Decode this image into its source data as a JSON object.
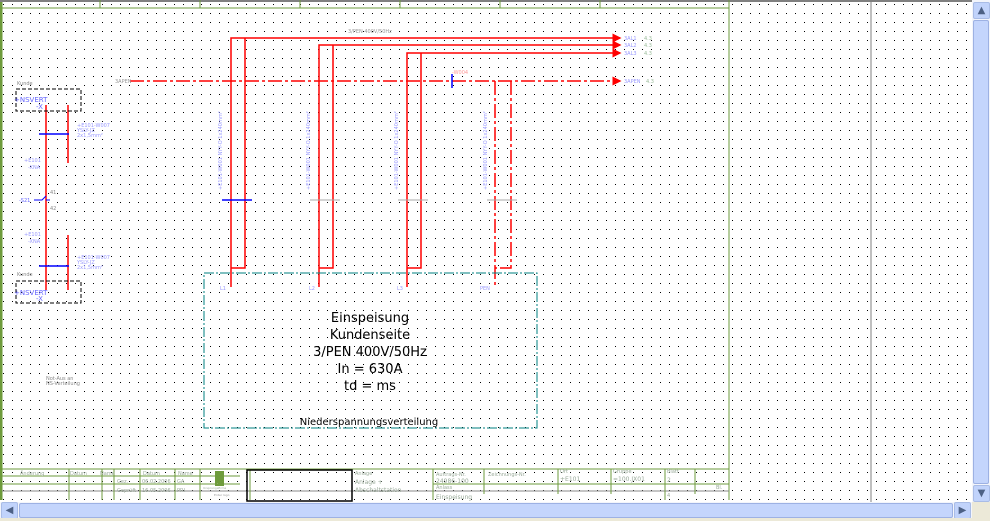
{
  "drawing": {
    "supply_label": "3/PEN 400V/50Hz",
    "pen_label": "3APEN",
    "w004_label": "-W004",
    "targets": [
      {
        "label": "3AL1",
        "ref": "4.3"
      },
      {
        "label": "3AL2",
        "ref": "4.3"
      },
      {
        "label": "3AL3",
        "ref": "4.3"
      },
      {
        "label": "3APEN",
        "ref": "4.3"
      }
    ],
    "cables": [
      "+E101-W001 NYY-O 1x240mm²",
      "+E101-W001 NYY-O 1x240mm²",
      "+E101-W001 NYY-O 1x240mm²",
      "+E101-W001 NYY-O 1x240mm²"
    ],
    "terminals": [
      "L1",
      "L2",
      "L3",
      "PEN"
    ],
    "left": {
      "kunde_top": "Kunde",
      "nsvert_top": "+NSVERT",
      "x_top": "-X",
      "cable_top": [
        "+E101-W007",
        "YSLY-JZ",
        "2x1,5mm²"
      ],
      "xna_top": [
        "+E101",
        "-XNA"
      ],
      "switch": "-S21",
      "switch_pins": [
        "41",
        "42"
      ],
      "xna_bottom": [
        "+E101",
        "-XNA"
      ],
      "cable_bottom": [
        "+E101-W007",
        "YSLY-JZ",
        "2x1,5mm²"
      ],
      "kunde_bottom": "Kunde",
      "nsvert_bottom": "+NSVERT",
      "x_bottom": "-X",
      "note": [
        "Not-Aus an",
        "NS-Verteilung"
      ]
    },
    "box": {
      "lines": [
        "Einspeisung",
        "Kundenseite",
        "3/PEN 400V/50Hz",
        "In =  630A",
        "td = ms"
      ],
      "footer": "Niederspannungsverteilung"
    }
  },
  "title_block": {
    "headers": [
      "Änderung",
      "Datum",
      "Name",
      "Datum",
      "Name"
    ],
    "rows": [
      [
        "Gez.",
        "06.02.2006",
        "GA"
      ],
      [
        "Geprüft",
        "16.05.2006",
        "PRI"
      ]
    ],
    "company": "Ursprungsfirma",
    "logo_text": "KI",
    "logo_caption": "Enter logo",
    "project": [
      "Anlage",
      "Anlage +",
      "Abschaltstation"
    ],
    "auftrag_label": "Auftrags-Nr.",
    "auftrag": "24986-100",
    "zeichnung_label": "Zeichnungs-Nr.",
    "ort_label": "Ort",
    "ort": "+E101",
    "gruppe_label": "Gruppe",
    "gruppe": "=100.JX01",
    "blatt_label": "Blatt",
    "blatt": "2",
    "anlass_label": "Anlass",
    "anlass": "Einspeisung",
    "bl_label": "Bl.",
    "bl": "4"
  },
  "colors": {
    "wire": "#ff0000",
    "blue": "#0000ff",
    "frame": "#6e9b3c",
    "box": "#008080"
  }
}
